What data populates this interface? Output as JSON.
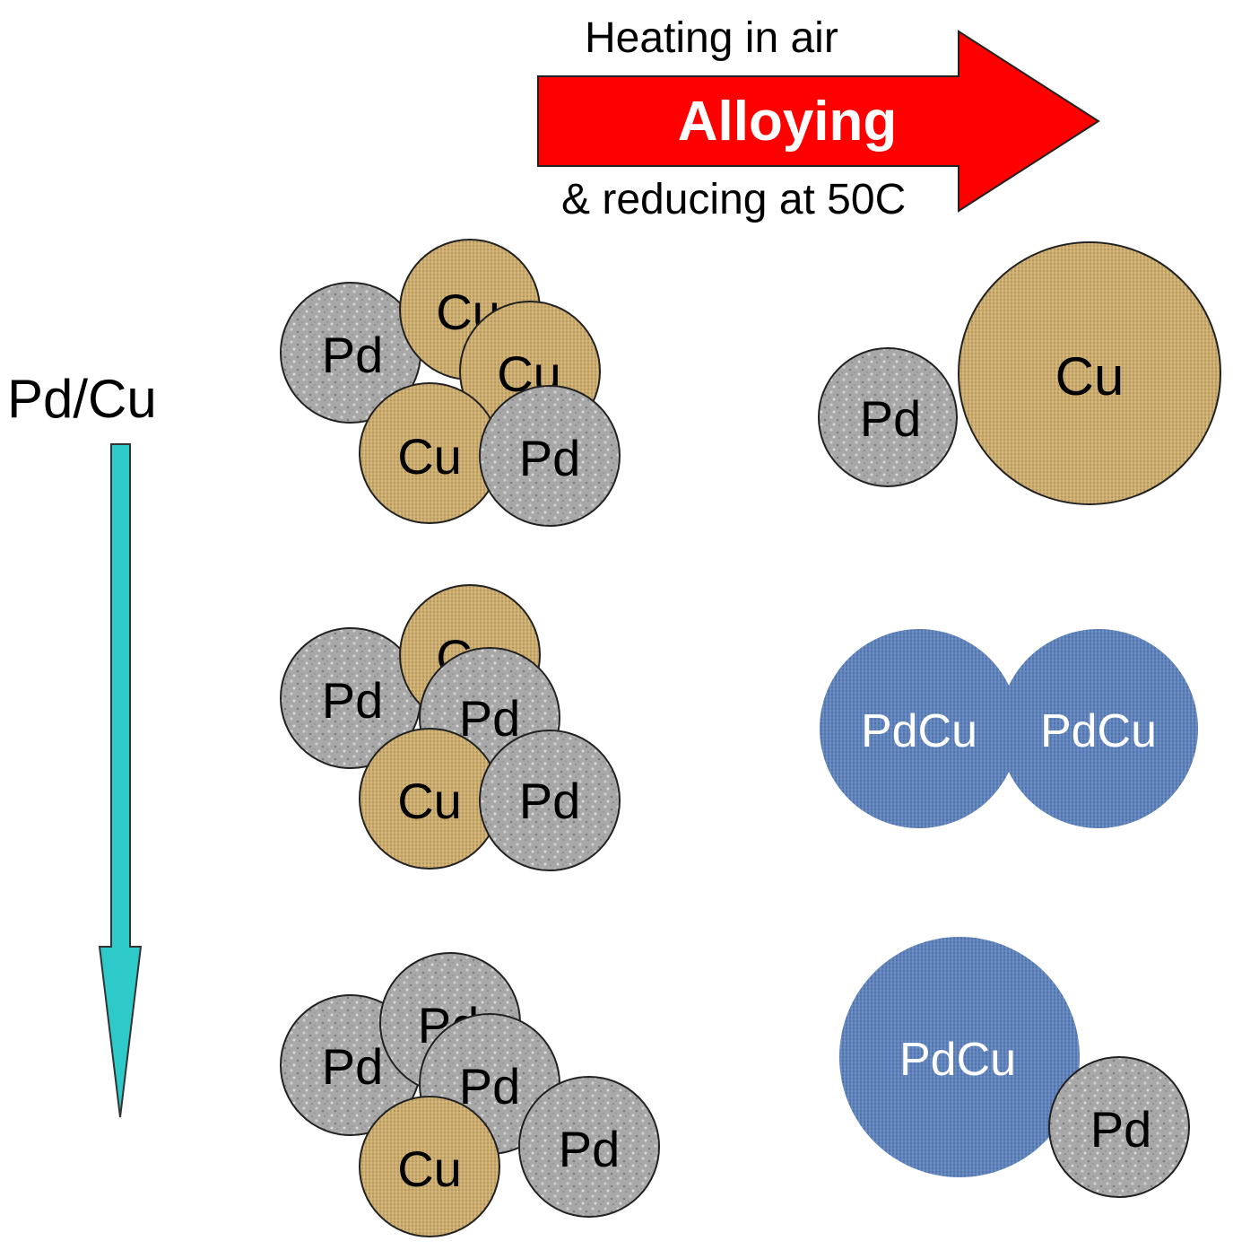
{
  "process": {
    "top_label": "Heating in air",
    "main_label": "Alloying",
    "bottom_label": "& reducing at 50C",
    "arrow_color": "#ff0000",
    "main_label_color": "#ffffff"
  },
  "ratio_axis": {
    "label": "Pd/Cu",
    "arrow_color": "#2ec9c9"
  },
  "legend_colors": {
    "pd": "#a6a6a6",
    "cu": "#c9a86b",
    "pdcu": "#5b7fb8"
  },
  "rows": [
    {
      "before": {
        "particles": [
          {
            "label": "Pd"
          },
          {
            "label": "Cu"
          },
          {
            "label": "Cu"
          },
          {
            "label": "Cu"
          },
          {
            "label": "Pd"
          }
        ]
      },
      "after": {
        "particles": [
          {
            "label": "Pd"
          },
          {
            "label": "Cu"
          }
        ]
      }
    },
    {
      "before": {
        "particles": [
          {
            "label": "Pd"
          },
          {
            "label": "Cu"
          },
          {
            "label": "Pd"
          },
          {
            "label": "Cu"
          },
          {
            "label": "Pd"
          }
        ]
      },
      "after": {
        "particles": [
          {
            "label": "PdCu"
          },
          {
            "label": "PdCu"
          }
        ]
      }
    },
    {
      "before": {
        "particles": [
          {
            "label": "Pd"
          },
          {
            "label": "Pd"
          },
          {
            "label": "Pd"
          },
          {
            "label": "Cu"
          },
          {
            "label": "Pd"
          }
        ]
      },
      "after": {
        "particles": [
          {
            "label": "PdCu"
          },
          {
            "label": "Pd"
          }
        ]
      }
    }
  ]
}
